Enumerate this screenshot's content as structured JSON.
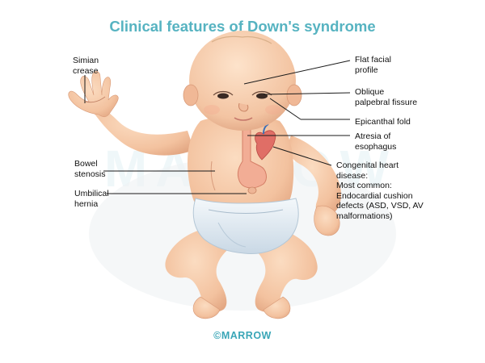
{
  "title": "Clinical features of Down's syndrome",
  "watermark": "MARROW",
  "labels": {
    "simian_crease": "Simian\ncrease",
    "bowel_stenosis": "Bowel\nstenosis",
    "umbilical_hernia": "Umbilical\nhernia",
    "flat_facial_profile": "Flat facial\nprofile",
    "oblique_palpebral_fissure": "Oblique\npalpebral fissure",
    "epicanthal_fold": "Epicanthal fold",
    "atresia_of_esophagus": "Atresia of\nesophagus",
    "congenital_heart_disease": "Congenital heart\ndisease:\nMost common:\nEndocardial cushion\ndefects (ASD, VSD, AV\nmalformations)"
  },
  "copyright": "©MARROW",
  "colors": {
    "title": "#56b3c1",
    "watermark": "#56b3c1",
    "copyright": "#3aa6b7",
    "skin": "#f6c9a6",
    "skin_shadow": "#e2a686",
    "diaper": "#e4edf4",
    "diaper_shadow": "#bfd0de",
    "heart": "#e06e66",
    "esophagus": "#f0a48c",
    "leader_line": "#1a1a1a"
  }
}
